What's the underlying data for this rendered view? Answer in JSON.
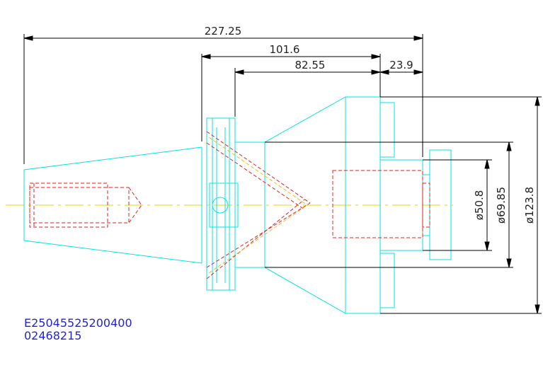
{
  "dimensions": {
    "overall_length": "227.25",
    "flange_to_end": "101.6",
    "gauge_length": "82.55",
    "step_length": "23.9",
    "dia_small": "ø50.8",
    "dia_mid": "ø69.85",
    "dia_large": "ø123.8"
  },
  "part": {
    "code": "E25045525200400",
    "number": "02468215"
  },
  "colors": {
    "outline": "#00e5e5",
    "dimension": "#000000",
    "hidden": "#e52020",
    "hidden_alt": "#e5c020",
    "centerline": "#e5d800",
    "code_text": "#2323d8"
  }
}
